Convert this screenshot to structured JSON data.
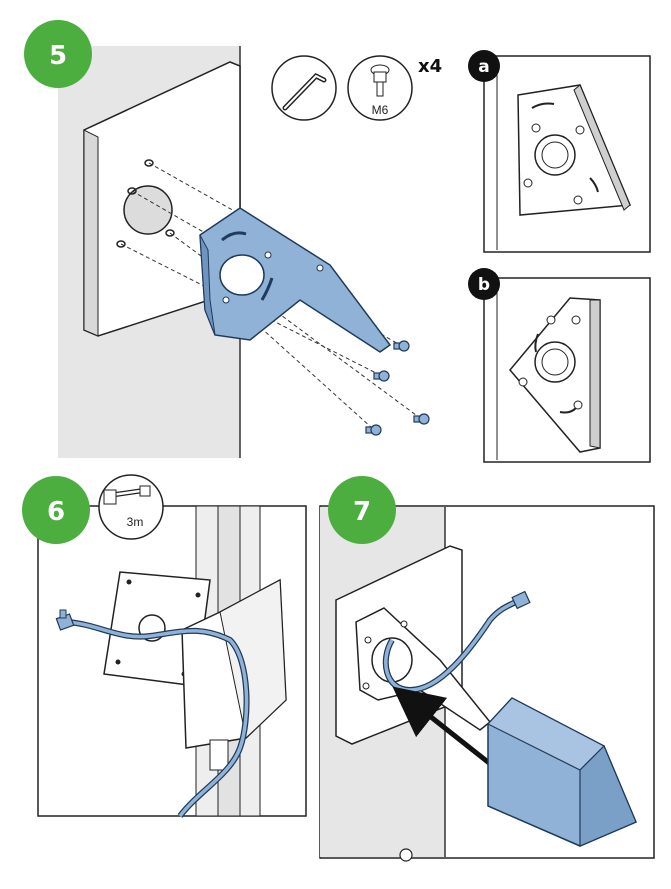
{
  "steps": {
    "s5": {
      "number": "5"
    },
    "s6": {
      "number": "6"
    },
    "s7": {
      "number": "7"
    }
  },
  "tools": {
    "screw_label": "M6",
    "screw_quantity": "x4",
    "cable_length": "3m"
  },
  "variants": {
    "a": "a",
    "b": "b"
  },
  "colors": {
    "badge_green": "#4cae3f",
    "bracket_blue": "#8fb2d6",
    "wall_gray": "#e6e6e6",
    "panel_white": "#ffffff",
    "arrow_black": "#111111"
  }
}
